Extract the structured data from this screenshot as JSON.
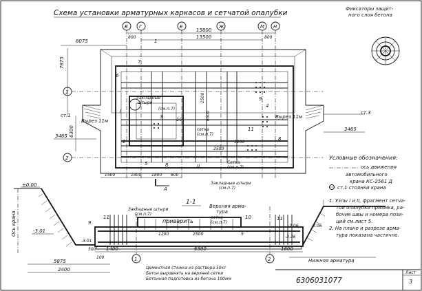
{
  "title": "Схема установки арматурных каркасов и сетчатой опалубки",
  "fixators": {
    "title_line1": "Фиксаторы защит-",
    "title_line2": "ного слоя бетона"
  },
  "axes": {
    "top": [
      "В",
      "Г",
      "Е",
      "Ж",
      "М",
      "Н"
    ],
    "left": [
      "1",
      "2"
    ],
    "bottom": [
      "1",
      "2"
    ]
  },
  "dims": {
    "d15800": "15800",
    "d13500": "13500",
    "d800a": "800",
    "d800b": "800",
    "d8075": "8075",
    "d7875": "7875",
    "d6300": "6300",
    "d3465L": "3465",
    "d3465R": "3465",
    "d1500": "1500",
    "d1800a": "1800",
    "d1800b": "1800",
    "d600": "600",
    "d6500": "6500",
    "d2500a": "2500",
    "d2500b": "2500",
    "d1200": "1200",
    "d5875": "5875",
    "d2400": "2400",
    "d1400": "1400",
    "d6300s": "6300",
    "d1600": "1600",
    "d500": "500",
    "d100": "100",
    "s1200": "1200",
    "s2500": "2500",
    "s5": "5"
  },
  "marks": {
    "m1": "1",
    "m2": "2",
    "m3": "3",
    "m4": "4",
    "m5": "5",
    "m6": "6",
    "m7": "7",
    "m8": "8",
    "m9": "9",
    "m10": "10",
    "m11": "11"
  },
  "plan_labels": {
    "zakl1_a": "Закладные",
    "zakl1_b": "штыри",
    "zakl1_c": "(см.п.7)",
    "setka1": "сетка",
    "setka1b": "(см.п.7)",
    "setka2": "Сетка",
    "setka2b": "(см.п.7)",
    "zakl2": "Закладные штыри",
    "zakl2b": "(см.п.7)",
    "vyrez_l": "Вырез 11м",
    "vyrez_r": "Вырез 11м",
    "st1_l": "ст.1",
    "st3_r": "ст.3",
    "node1": "I",
    "node2": "II",
    "arrowA": "А"
  },
  "legend": {
    "title": "Условные обозначения:",
    "axis_line1": "ось движения",
    "axis_line2": "автомобильного",
    "axis_line3": "крана КС-2561 Д",
    "stand": "ст.1 стоянки крана"
  },
  "notes": [
    "1.  Узлы I и II, фрагмент сетча-",
    "той опалубки приямка, ра-",
    "бочие швы и номера пози-",
    "ций см.лист 5.",
    "2.  На плане и разрезе арма-",
    "тура показана частично."
  ],
  "section": {
    "title": "1-1",
    "zakl": "Закладные штыри",
    "zakl_b": "(см.п.7)",
    "privarit": "приварить",
    "top_arm": "Верхняя арма-",
    "top_arm_b": "тура",
    "top_arm_c": "сетка",
    "top_arm_d": "(см.п.7)",
    "bottom_arm": "Нижняя арматура",
    "crane_axis": "Ось крана",
    "lev000": "±0.00",
    "lev301": "-3.01",
    "lev301b": "-3.01",
    "lev206": "-2.06",
    "lev336": "-3.36",
    "lev306": "-3.06",
    "cement": "Цементная стяжка из раствора 50кг",
    "cement2": "Бетон выровнять на верхней сетки",
    "cement3": "Бетонная подготовка из бетона 100мм"
  },
  "stamp": {
    "code": "6306031077",
    "sheet_label": "Лист",
    "sheet": "3"
  }
}
